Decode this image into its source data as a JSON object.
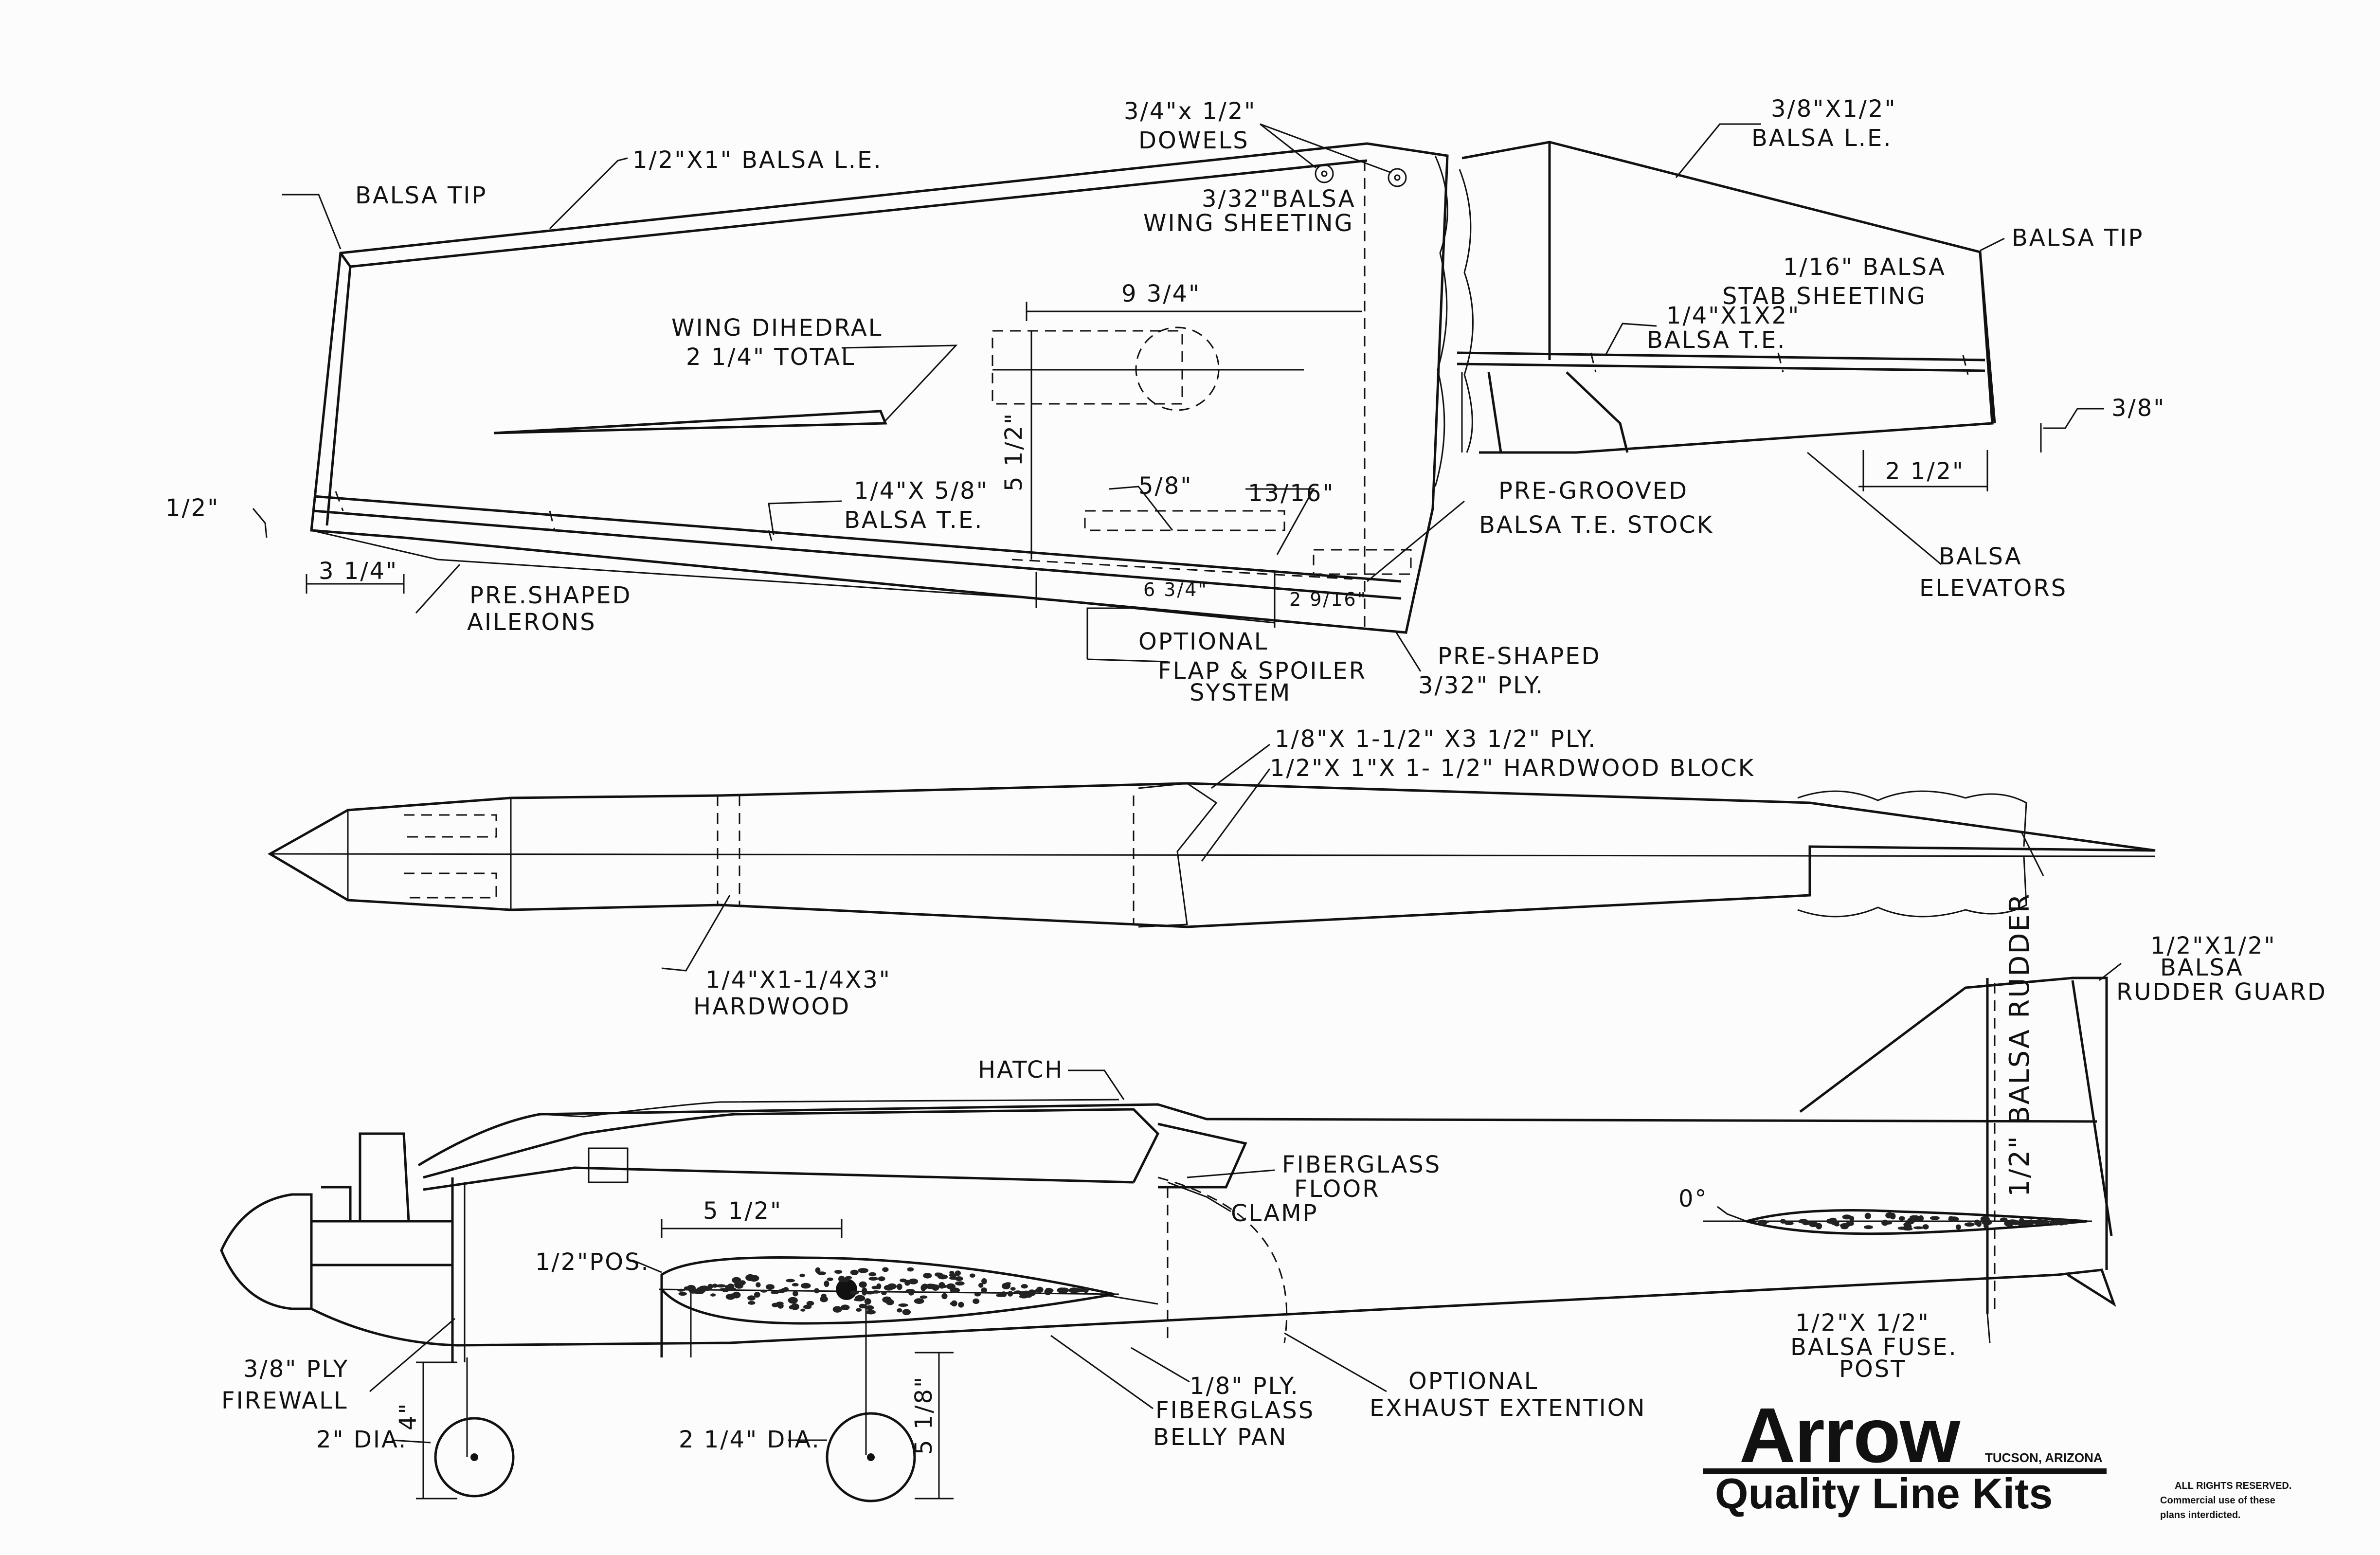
{
  "wing": {
    "balsa_tip": "BALSA TIP",
    "le": "1/2\"X1\" BALSA L.E.",
    "dowels_1": "3/4\"x 1/2\"",
    "dowels_2": "DOWELS",
    "sheeting_1": "3/32\"BALSA",
    "sheeting_2": "WING SHEETING",
    "dim_934": "9 3/4\"",
    "dihedral_1": "WING DIHEDRAL",
    "dihedral_2": "2 1/4\" TOTAL",
    "dim_512": "5 1/2\"",
    "dim_12": "1/2\"",
    "te_1": "1/4\"X 5/8\"",
    "te_2": "BALSA T.E.",
    "dim_58": "5/8\"",
    "dim_1316": "13/16\"",
    "pregrooved_1": "PRE-GROOVED",
    "pregrooved_2": "BALSA T.E. STOCK",
    "dim_314": "3 1/4\"",
    "ailerons_1": "PRE.SHAPED",
    "ailerons_2": "AILERONS",
    "dim_634": "6 3/4\"",
    "dim_2916": "2 9/16\"",
    "flap_1": "OPTIONAL",
    "flap_2": "FLAP & SPOILER",
    "flap_3": "SYSTEM",
    "ply_1": "PRE-SHAPED",
    "ply_2": "3/32\" PLY."
  },
  "stab": {
    "le_1": "3/8\"X1/2\"",
    "le_2": "BALSA  L.E.",
    "balsa_tip": "BALSA TIP",
    "sheeting_1": "1/16\" BALSA",
    "sheeting_2": "STAB SHEETING",
    "te_1": "1/4\"X1X2\"",
    "te_2": "BALSA T.E.",
    "dim_38": "3/8\"",
    "dim_212": "2 1/2\"",
    "elevators_1": "BALSA",
    "elevators_2": "ELEVATORS"
  },
  "fuselage_top": {
    "ply_note": "1/8\"X  1-1/2\" X3  1/2\" PLY.",
    "block_note": "1/2\"X 1\"X 1- 1/2\" HARDWOOD BLOCK",
    "hardwood_1": "1/4\"X1-1/4X3\"",
    "hardwood_2": "HARDWOOD"
  },
  "fuselage_side": {
    "rudder_guard_1": "1/2\"X1/2\"",
    "rudder_guard_2": "BALSA",
    "rudder_guard_3": "RUDDER GUARD",
    "hatch": "HATCH",
    "fiberglass_floor_1": "FIBERGLASS",
    "fiberglass_floor_2": "FLOOR",
    "clamp": "CLAMP",
    "rudder": "1/2\" BALSA RUDDER",
    "dim_512": "5 1/2\"",
    "pos": "1/2\"POS.",
    "zero_deg": "0°",
    "firewall_1": "3/8\" PLY",
    "firewall_2": "FIREWALL",
    "dim_4": "4\"",
    "dia_2": "2\" DIA.",
    "dia_214": "2 1/4\" DIA.",
    "dim_518": "5 1/8\"",
    "ply_18": "1/8\" PLY.",
    "belly_1": "FIBERGLASS",
    "belly_2": "BELLY PAN",
    "exhaust_1": "OPTIONAL",
    "exhaust_2": "EXHAUST  EXTENTION",
    "post_1": "1/2\"X 1/2\"",
    "post_2": "BALSA FUSE.",
    "post_3": "POST"
  },
  "title_block": {
    "brand": "Arrow",
    "location": "TUCSON, ARIZONA",
    "tagline": "Quality Line Kits",
    "rights_1": "ALL RIGHTS RESERVED.",
    "rights_2": "Commercial  use  of  these",
    "rights_3": "plans interdicted."
  }
}
